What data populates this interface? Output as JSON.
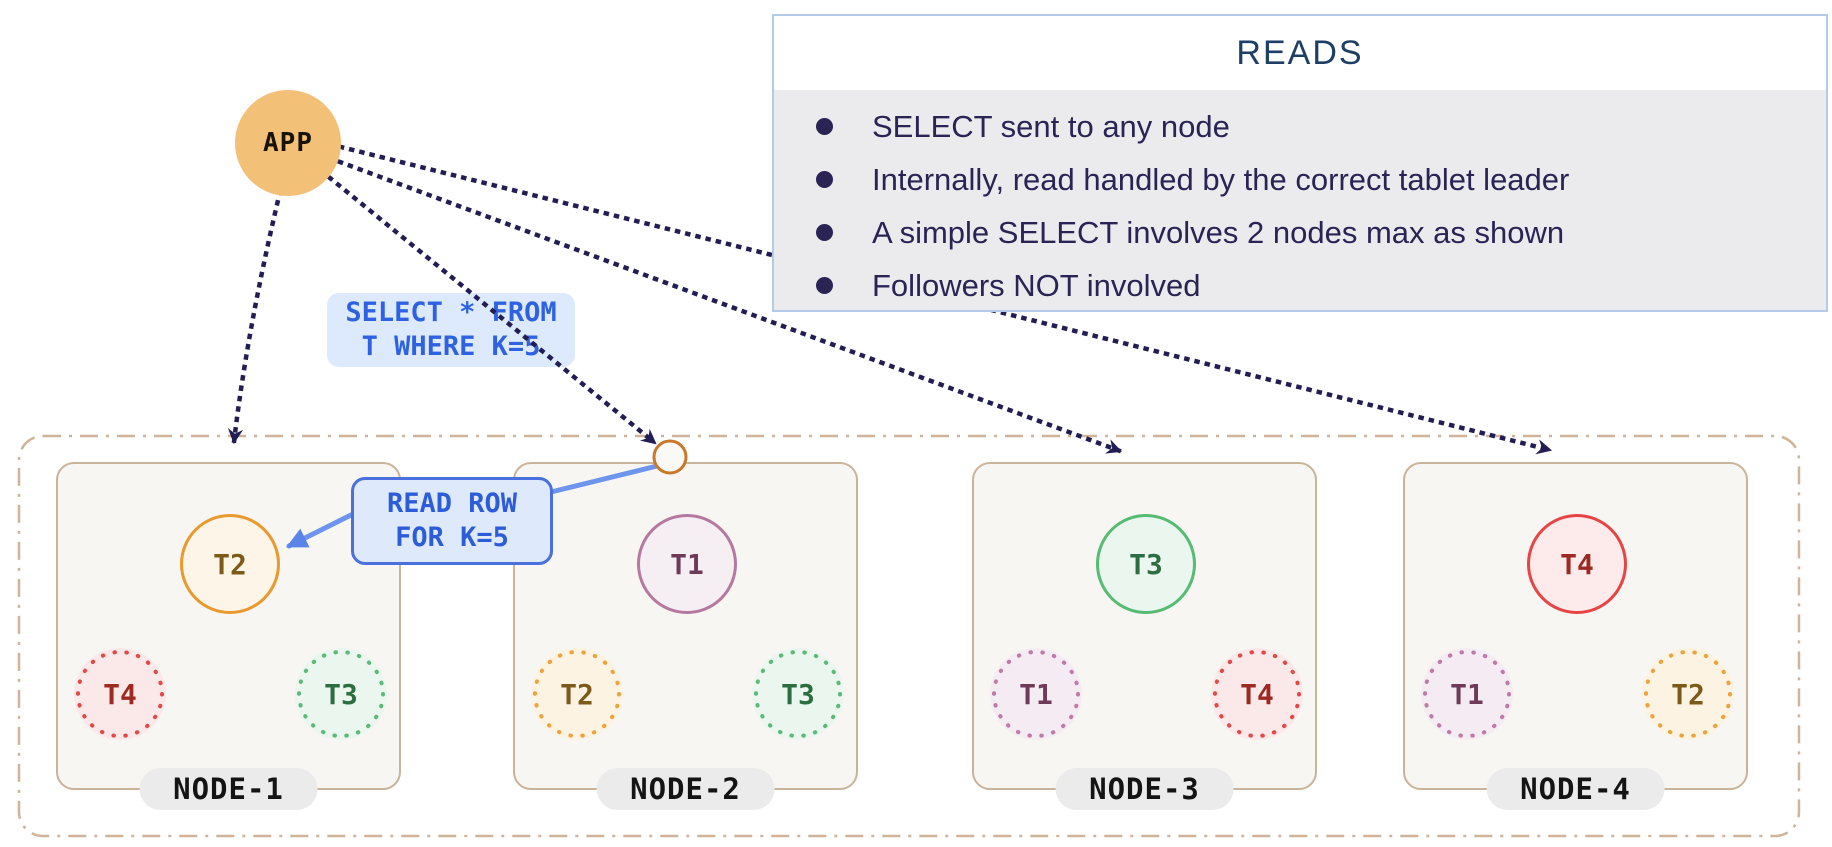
{
  "app": {
    "label": "APP"
  },
  "reads_panel": {
    "title": "READS",
    "bullets": [
      "SELECT sent to any node",
      "Internally, read handled by the correct tablet leader",
      "A simple SELECT involves 2 nodes max as shown",
      "Followers NOT involved"
    ]
  },
  "query_label": {
    "line1": "SELECT * FROM",
    "line2": "T WHERE K=5"
  },
  "read_row_label": {
    "line1": "READ ROW",
    "line2": "FOR K=5"
  },
  "nodes": [
    {
      "name": "NODE-1",
      "leader": {
        "label": "T2",
        "color": "orange"
      },
      "followers": [
        {
          "label": "T4",
          "color": "red"
        },
        {
          "label": "T3",
          "color": "green"
        }
      ]
    },
    {
      "name": "NODE-2",
      "leader": {
        "label": "T1",
        "color": "purple"
      },
      "followers": [
        {
          "label": "T2",
          "color": "orange"
        },
        {
          "label": "T3",
          "color": "green"
        }
      ]
    },
    {
      "name": "NODE-3",
      "leader": {
        "label": "T3",
        "color": "green"
      },
      "followers": [
        {
          "label": "T1",
          "color": "purple"
        },
        {
          "label": "T4",
          "color": "red"
        }
      ]
    },
    {
      "name": "NODE-4",
      "leader": {
        "label": "T4",
        "color": "red"
      },
      "followers": [
        {
          "label": "T1",
          "color": "purple"
        },
        {
          "label": "T2",
          "color": "orange"
        }
      ]
    }
  ],
  "palette": {
    "app_fill": "#f2c077",
    "arrow_navy": "#221d52",
    "blue_accent": "#4a70dd",
    "blue_line": "#6e95ec",
    "query_text": "#2f62e0",
    "panel_border": "#b3cbe9",
    "panel_body_bg": "#ebebee",
    "panel_title": "#1e3e66",
    "panel_text": "#2a2455",
    "node_border": "#c9b39a",
    "node_bg": "#f8f6f2",
    "outer_dash": "#d0b49a",
    "entry_circle_stroke": "#c8772b"
  }
}
